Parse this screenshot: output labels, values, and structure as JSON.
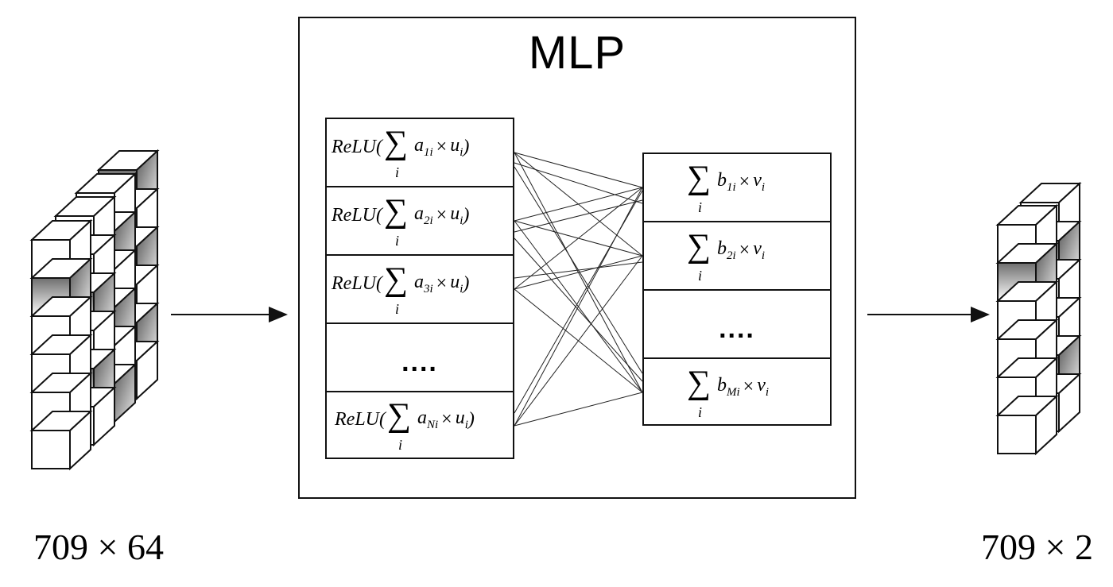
{
  "title": "MLP",
  "input_dim": "709 × 64",
  "output_dim": "709 × 2",
  "hidden_neurons": [
    {
      "fn": "ReLU(",
      "sigma": "∑",
      "sigma_sub": "i",
      "coef": "a",
      "coef_sub": "1i",
      "times": "×",
      "var": "u",
      "var_sub": "i",
      "close": ")"
    },
    {
      "fn": "ReLU(",
      "sigma": "∑",
      "sigma_sub": "i",
      "coef": "a",
      "coef_sub": "2i",
      "times": "×",
      "var": "u",
      "var_sub": "i",
      "close": ")"
    },
    {
      "fn": "ReLU(",
      "sigma": "∑",
      "sigma_sub": "i",
      "coef": "a",
      "coef_sub": "3i",
      "times": "×",
      "var": "u",
      "var_sub": "i",
      "close": ")"
    },
    {
      "fn": "ReLU(",
      "sigma": "∑",
      "sigma_sub": "i",
      "coef": "a",
      "coef_sub": "Ni",
      "times": "×",
      "var": "u",
      "var_sub": "i",
      "close": ")"
    }
  ],
  "output_neurons": [
    {
      "sigma": "∑",
      "sigma_sub": "i",
      "coef": "b",
      "coef_sub": "1i",
      "times": "×",
      "var": "v",
      "var_sub": "i"
    },
    {
      "sigma": "∑",
      "sigma_sub": "i",
      "coef": "b",
      "coef_sub": "2i",
      "times": "×",
      "var": "v",
      "var_sub": "i"
    },
    {
      "sigma": "∑",
      "sigma_sub": "i",
      "coef": "b",
      "coef_sub": "Mi",
      "times": "×",
      "var": "v",
      "var_sub": "i"
    }
  ],
  "ellipsis": "....",
  "connection_map": [
    [
      0,
      0
    ],
    [
      0,
      1
    ],
    [
      0,
      2
    ],
    [
      1,
      0
    ],
    [
      1,
      1
    ],
    [
      1,
      2
    ],
    [
      2,
      0
    ],
    [
      2,
      1
    ],
    [
      2,
      2
    ],
    [
      3,
      0
    ],
    [
      3,
      1
    ],
    [
      3,
      2
    ]
  ]
}
